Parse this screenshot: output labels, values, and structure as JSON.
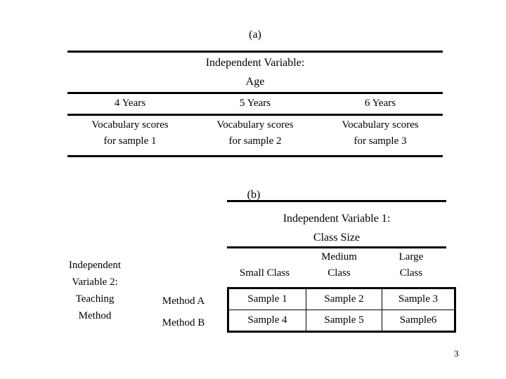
{
  "page": {
    "number": "3",
    "background": "#ffffff",
    "ink": "#000000"
  },
  "panel_a": {
    "caption": "(a)",
    "iv_title_line1": "Independent Variable:",
    "iv_title_line2": "Age",
    "column_headers": [
      "4 Years",
      "5 Years",
      "6 Years"
    ],
    "cells": [
      {
        "line1": "Vocabulary scores",
        "line2": "for sample 1"
      },
      {
        "line1": "Vocabulary scores",
        "line2": "for sample 2"
      },
      {
        "line1": "Vocabulary scores",
        "line2": "for sample 3"
      }
    ]
  },
  "panel_b": {
    "caption": "(b)",
    "iv1_title_line1": "Independent Variable 1:",
    "iv1_title_line2": "Class Size",
    "column_headers": [
      {
        "line1": "",
        "line2": "Small Class"
      },
      {
        "line1": "Medium",
        "line2": "Class"
      },
      {
        "line1": "Large",
        "line2": "Class"
      }
    ],
    "iv2_label": {
      "line1": "Independent",
      "line2": "Variable 2:",
      "line3": "Teaching",
      "line4": "Method"
    },
    "row_labels": [
      "Method A",
      "Method B"
    ],
    "rows": [
      [
        "Sample 1",
        "Sample 2",
        "Sample 3"
      ],
      [
        "Sample 4",
        "Sample 5",
        "Sample6"
      ]
    ]
  }
}
